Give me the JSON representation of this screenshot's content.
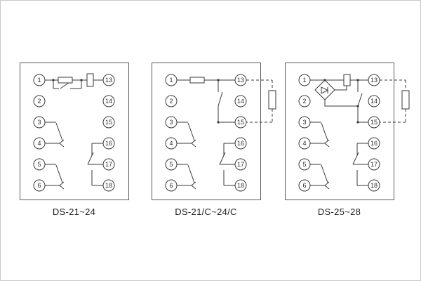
{
  "page": {
    "background": "#ffffff",
    "line_color": "#3a3a3a"
  },
  "diagrams": [
    {
      "name": "DS-21~24",
      "left_terminals": [
        "1",
        "2",
        "3",
        "4",
        "5",
        "6"
      ],
      "right_terminals": [
        "13",
        "14",
        "15",
        "16",
        "17",
        "18"
      ]
    },
    {
      "name": "DS-21/C~24/C",
      "left_terminals": [
        "1",
        "2",
        "3",
        "4",
        "5",
        "6"
      ],
      "right_terminals": [
        "13",
        "14",
        "15",
        "16",
        "17",
        "18"
      ]
    },
    {
      "name": "DS-25~28",
      "left_terminals": [
        "1",
        "2",
        "3",
        "4",
        "5",
        "6"
      ],
      "right_terminals": [
        "13",
        "14",
        "15",
        "16",
        "17",
        "18"
      ]
    }
  ]
}
